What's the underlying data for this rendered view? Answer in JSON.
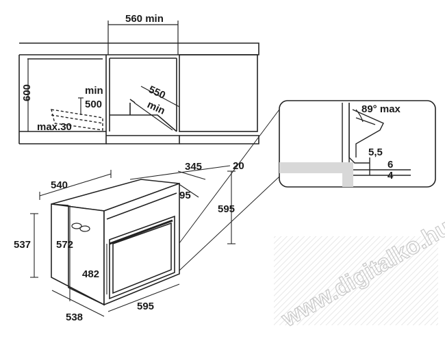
{
  "top_view": {
    "width_label": "560 min",
    "height_label": "600",
    "depth_label_top": "550",
    "depth_label_bottom": "min",
    "min_label": "min",
    "gap_label": "500",
    "max_label": "max.30"
  },
  "detail": {
    "angle_label": "89° max",
    "d1": "5,5",
    "d2": "6",
    "d3": "4"
  },
  "oven": {
    "width_label": "540",
    "depth_label": "345",
    "top_label": "20",
    "offset_label": "95",
    "height_label": "595",
    "body_height_label": "537",
    "side_height_label": "572",
    "door_height_label": "482",
    "front_width_label": "595",
    "bottom_depth_label": "538"
  },
  "watermark": "www.digitalko.hu"
}
